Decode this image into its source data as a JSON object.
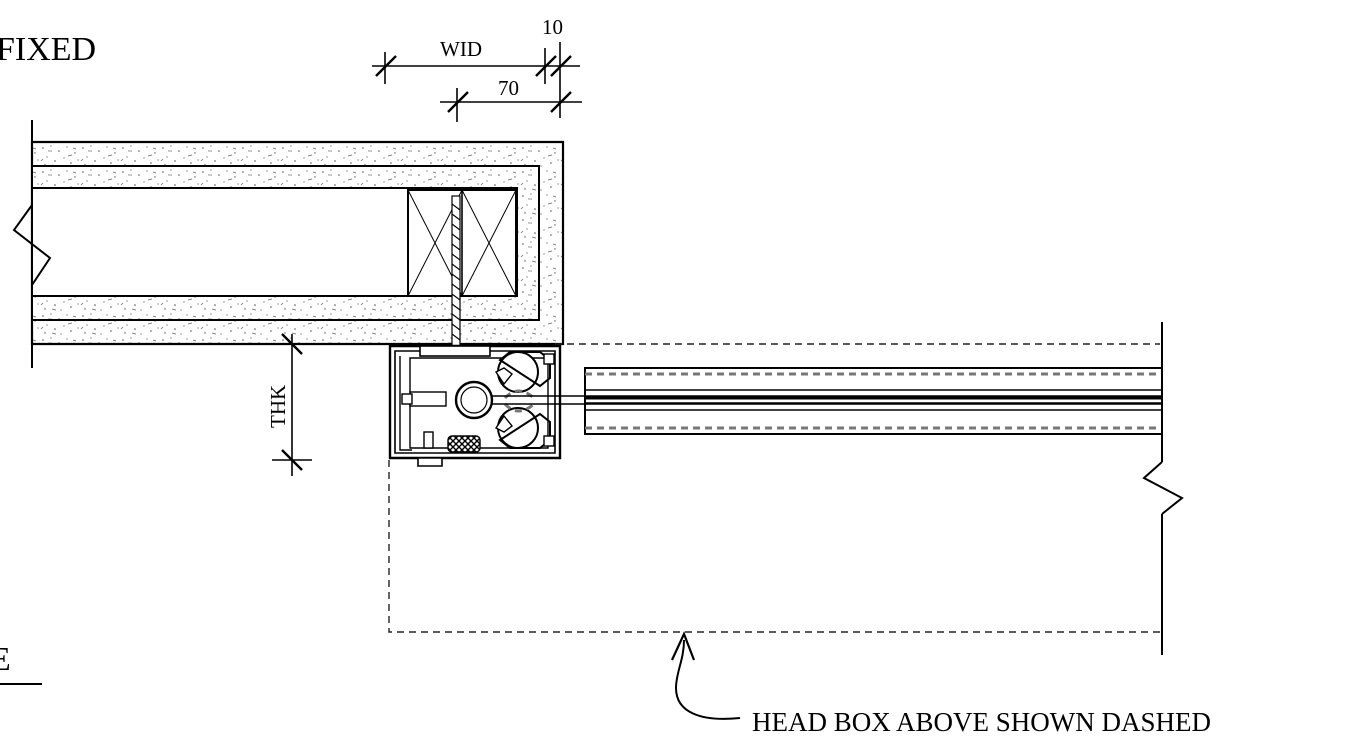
{
  "drawing": {
    "title_partial": "FIXED",
    "label_fragment": "E",
    "dimensions": {
      "wid": "WID",
      "ten": "10",
      "seventy": "70",
      "thk": "THK"
    },
    "note": "HEAD BOX ABOVE SHOWN DASHED"
  }
}
